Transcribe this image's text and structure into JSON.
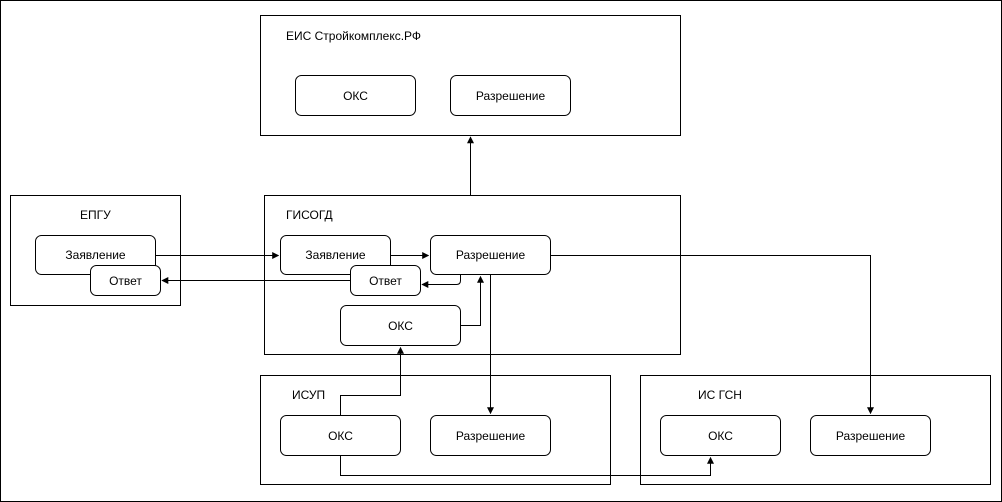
{
  "systems": {
    "eis": {
      "title": "ЕИС Стройкомплекс.РФ",
      "oks": "ОКС",
      "permit": "Разрешение"
    },
    "epgu": {
      "title": "ЕПГУ",
      "application": "Заявление",
      "response": "Ответ"
    },
    "gisogd": {
      "title": "ГИСОГД",
      "application": "Заявление",
      "permit": "Разрешение",
      "response": "Ответ",
      "oks": "ОКС"
    },
    "isup": {
      "title": "ИСУП",
      "oks": "ОКС",
      "permit": "Разрешение"
    },
    "isgsn": {
      "title": "ИС ГСН",
      "oks": "ОКС",
      "permit": "Разрешение"
    }
  },
  "colors": {
    "stroke": "#000000",
    "fill": "#ffffff"
  }
}
